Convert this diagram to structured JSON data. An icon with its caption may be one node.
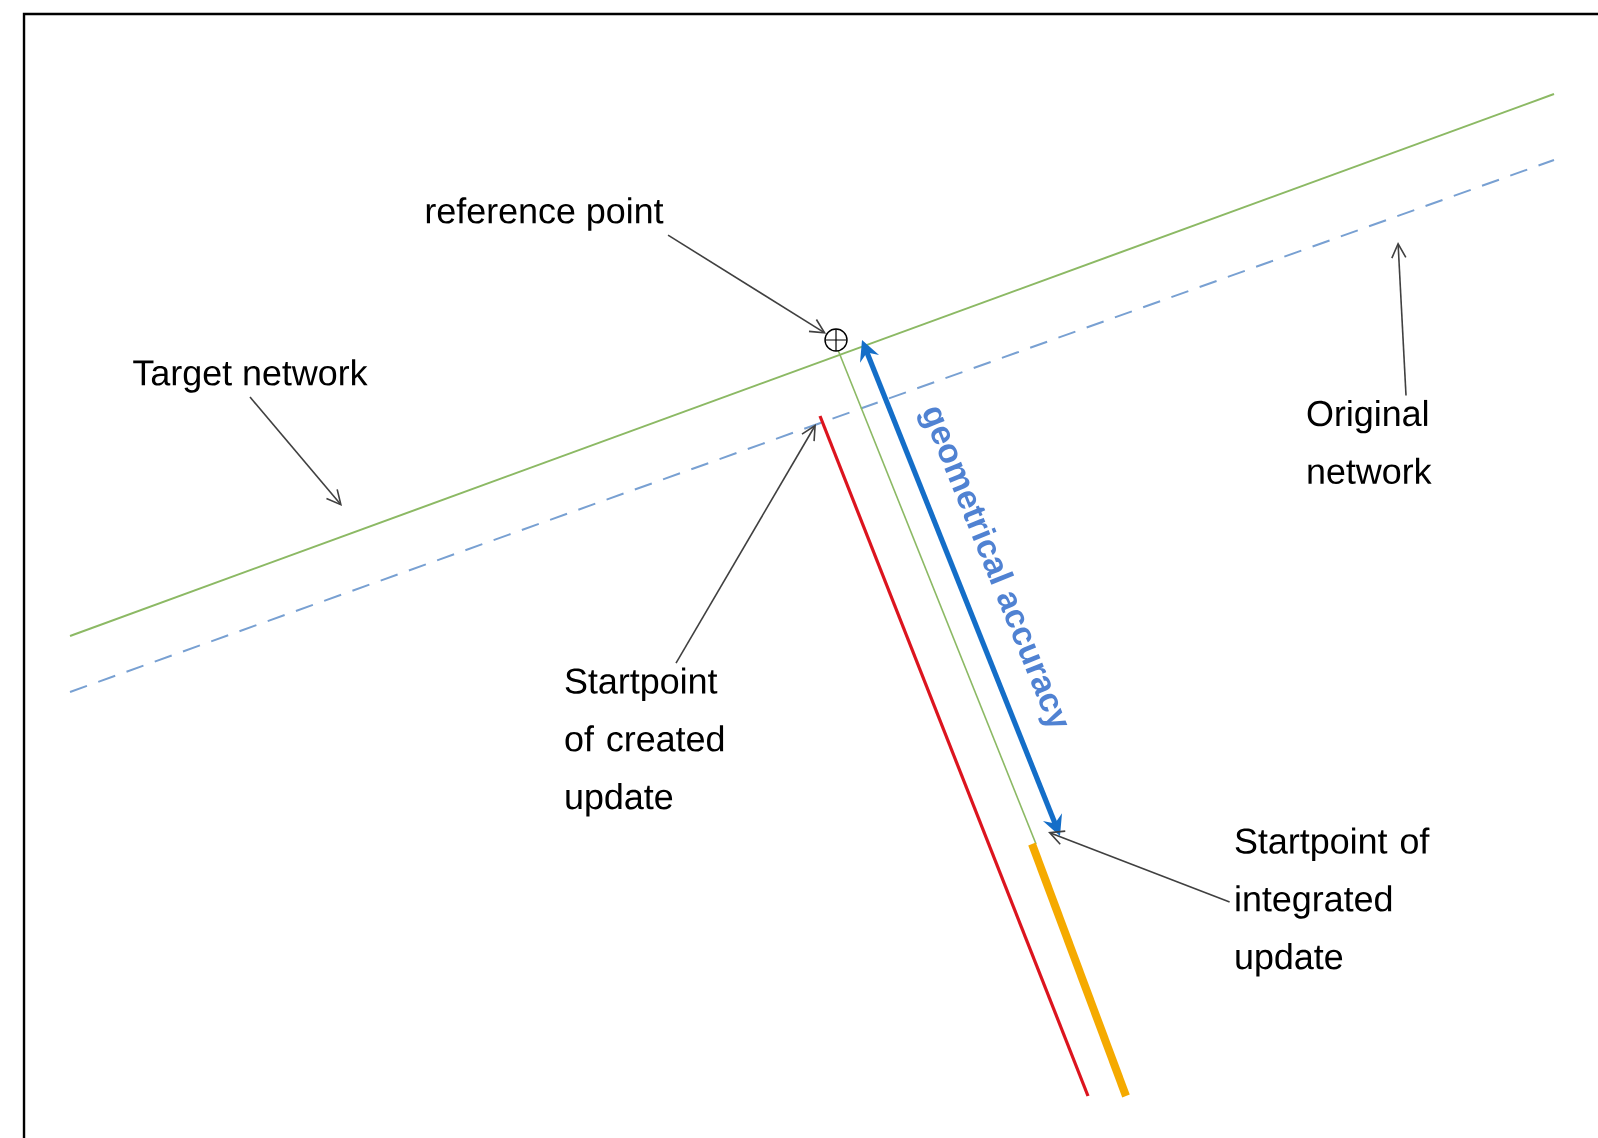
{
  "diagram": {
    "nodes": [
      {
        "text": [
          "reference point"
        ]
      },
      {
        "text": [],
        "shape": "circle"
      },
      {
        "text": [
          "Target network"
        ]
      },
      {
        "text": [
          "Original network"
        ]
      },
      {
        "text": [
          "Startpoint of created update"
        ]
      },
      {
        "text": [
          "Startpoint of integrated update"
        ]
      }
    ],
    "edges": [
      {
        "from": 0,
        "to": 1,
        "arrow": "to"
      },
      {
        "from": 2,
        "to": null,
        "arrow": "to"
      },
      {
        "from": 3,
        "to": null,
        "arrow": "to"
      },
      {
        "from": 4,
        "to": null,
        "arrow": "to"
      },
      {
        "from": 5,
        "to": null,
        "arrow": "to"
      }
    ],
    "labels": [
      "geometrical accuracy"
    ]
  }
}
